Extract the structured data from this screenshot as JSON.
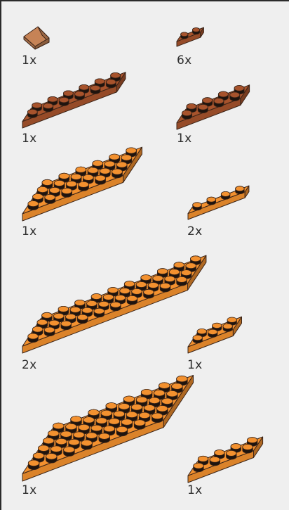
{
  "colors": {
    "brown": "#a7532c",
    "orange": "#f3912f",
    "light_brown": "#c68356",
    "background": "#efefef"
  },
  "parts": [
    {
      "id": "slope-1x1",
      "qty": "1x",
      "color": "light_brown",
      "studs_w": 1,
      "studs_d": 1,
      "kind": "slope"
    },
    {
      "id": "plate-1x2",
      "qty": "6x",
      "color": "brown",
      "studs_w": 2,
      "studs_d": 1,
      "kind": "plate"
    },
    {
      "id": "plate-2x6",
      "qty": "1x",
      "color": "brown",
      "studs_w": 6,
      "studs_d": 2,
      "kind": "plate"
    },
    {
      "id": "plate-2x4-brown",
      "qty": "1x",
      "color": "brown",
      "studs_w": 4,
      "studs_d": 2,
      "kind": "plate"
    },
    {
      "id": "plate-4x6",
      "qty": "1x",
      "color": "orange",
      "studs_w": 6,
      "studs_d": 4,
      "kind": "plate"
    },
    {
      "id": "plate-1x4",
      "qty": "2x",
      "color": "orange",
      "studs_w": 4,
      "studs_d": 1,
      "kind": "plate"
    },
    {
      "id": "plate-4x10",
      "qty": "2x",
      "color": "orange",
      "studs_w": 10,
      "studs_d": 4,
      "kind": "plate"
    },
    {
      "id": "plate-2x3",
      "qty": "1x",
      "color": "orange",
      "studs_w": 3,
      "studs_d": 2,
      "kind": "plate"
    },
    {
      "id": "plate-6x8",
      "qty": "1x",
      "color": "orange",
      "studs_w": 8,
      "studs_d": 6,
      "kind": "plate"
    },
    {
      "id": "plate-2x4-orange",
      "qty": "1x",
      "color": "orange",
      "studs_w": 4,
      "studs_d": 2,
      "kind": "plate"
    }
  ]
}
